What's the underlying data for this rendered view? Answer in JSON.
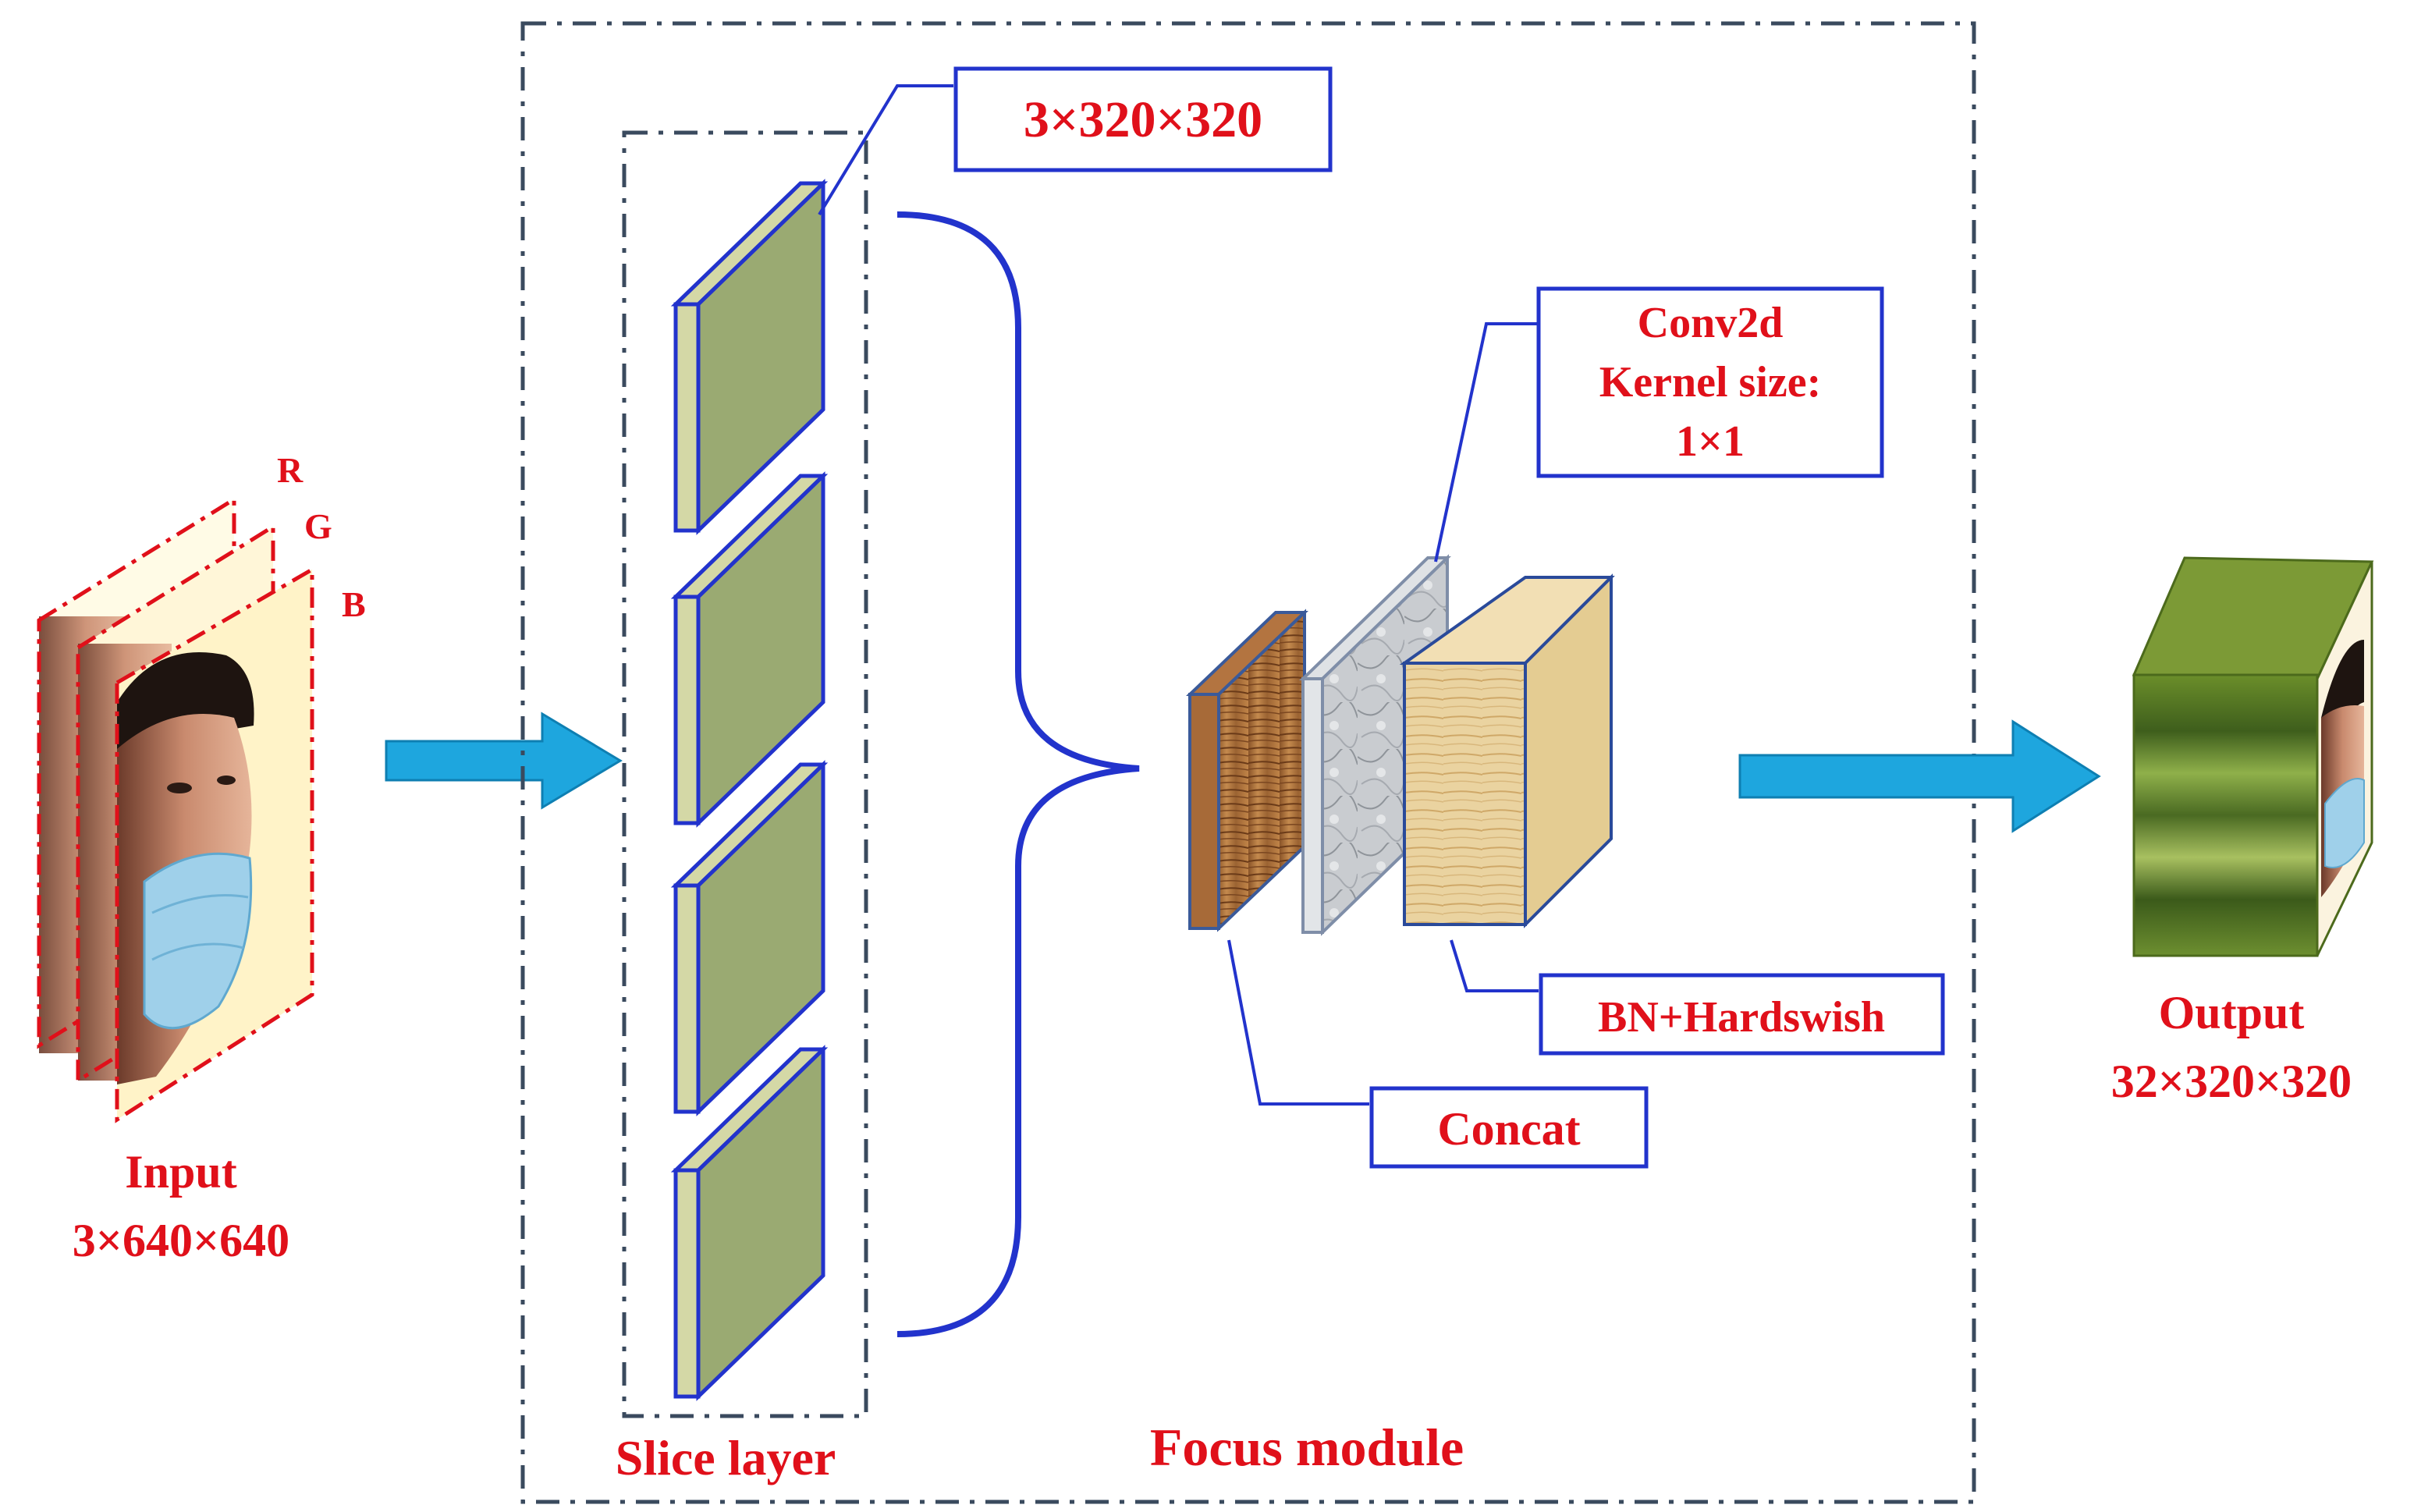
{
  "colors": {
    "label_red": "#e0101a",
    "box_blue": "#2233cc",
    "dash_gray": "#3a4a5e",
    "arrow_cyan": "#1ea6de",
    "slice_green": "#9aaa72",
    "slice_side": "#d4d8a6"
  },
  "input": {
    "channels": [
      "R",
      "G",
      "B"
    ],
    "caption": "Input",
    "dims": "3×640×640"
  },
  "slice_layer": {
    "callout": "3×320×320",
    "caption": "Slice layer",
    "slice_count": 4
  },
  "focus_module": {
    "caption": "Focus module",
    "conv_label": [
      "Conv2d",
      "Kernel size:",
      "1×1"
    ],
    "bn_label": "BN+Hardswish",
    "concat_label": "Concat"
  },
  "output": {
    "caption": "Output",
    "dims": "32×320×320"
  },
  "icons": [
    "face-mask-photo-icon",
    "right-arrow-icon",
    "curly-brace-icon"
  ]
}
